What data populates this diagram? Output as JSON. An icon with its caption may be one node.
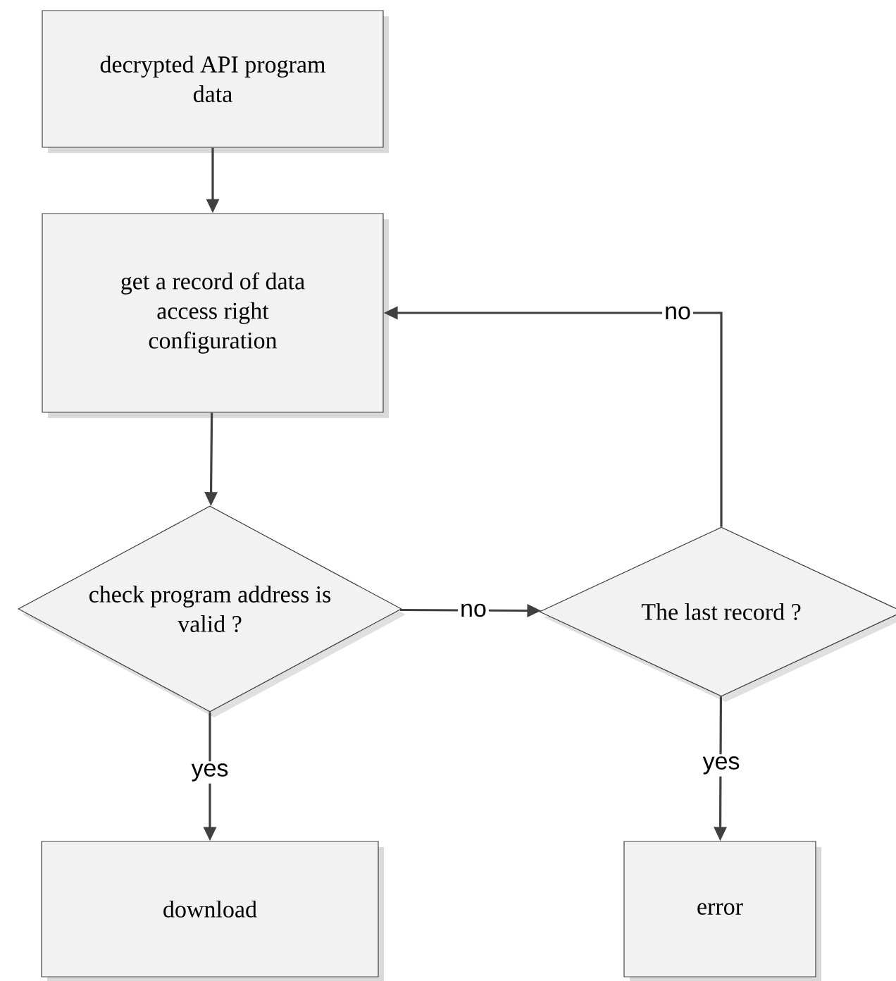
{
  "diagram": {
    "nodes": [
      {
        "text": [
          "decrypted API program data"
        ]
      },
      {
        "text": [
          "get a record of data access right configuration"
        ]
      },
      {
        "text": [
          "check program address is valid ?"
        ]
      },
      {
        "text": [
          "The last record ?"
        ]
      },
      {
        "text": [
          "download"
        ]
      },
      {
        "text": [
          "error"
        ]
      }
    ],
    "edges": [
      {
        "from": 0,
        "to": 1,
        "arrow": "to"
      },
      {
        "from": 1,
        "to": 2,
        "arrow": "to"
      },
      {
        "from": 2,
        "to": 3,
        "arrow": "to",
        "label": "no"
      },
      {
        "from": 3,
        "to": 1,
        "arrow": "to",
        "label": "no"
      },
      {
        "from": 2,
        "to": 4,
        "arrow": "to",
        "label": "yes"
      },
      {
        "from": 3,
        "to": 5,
        "arrow": "to",
        "label": "yes"
      }
    ]
  }
}
